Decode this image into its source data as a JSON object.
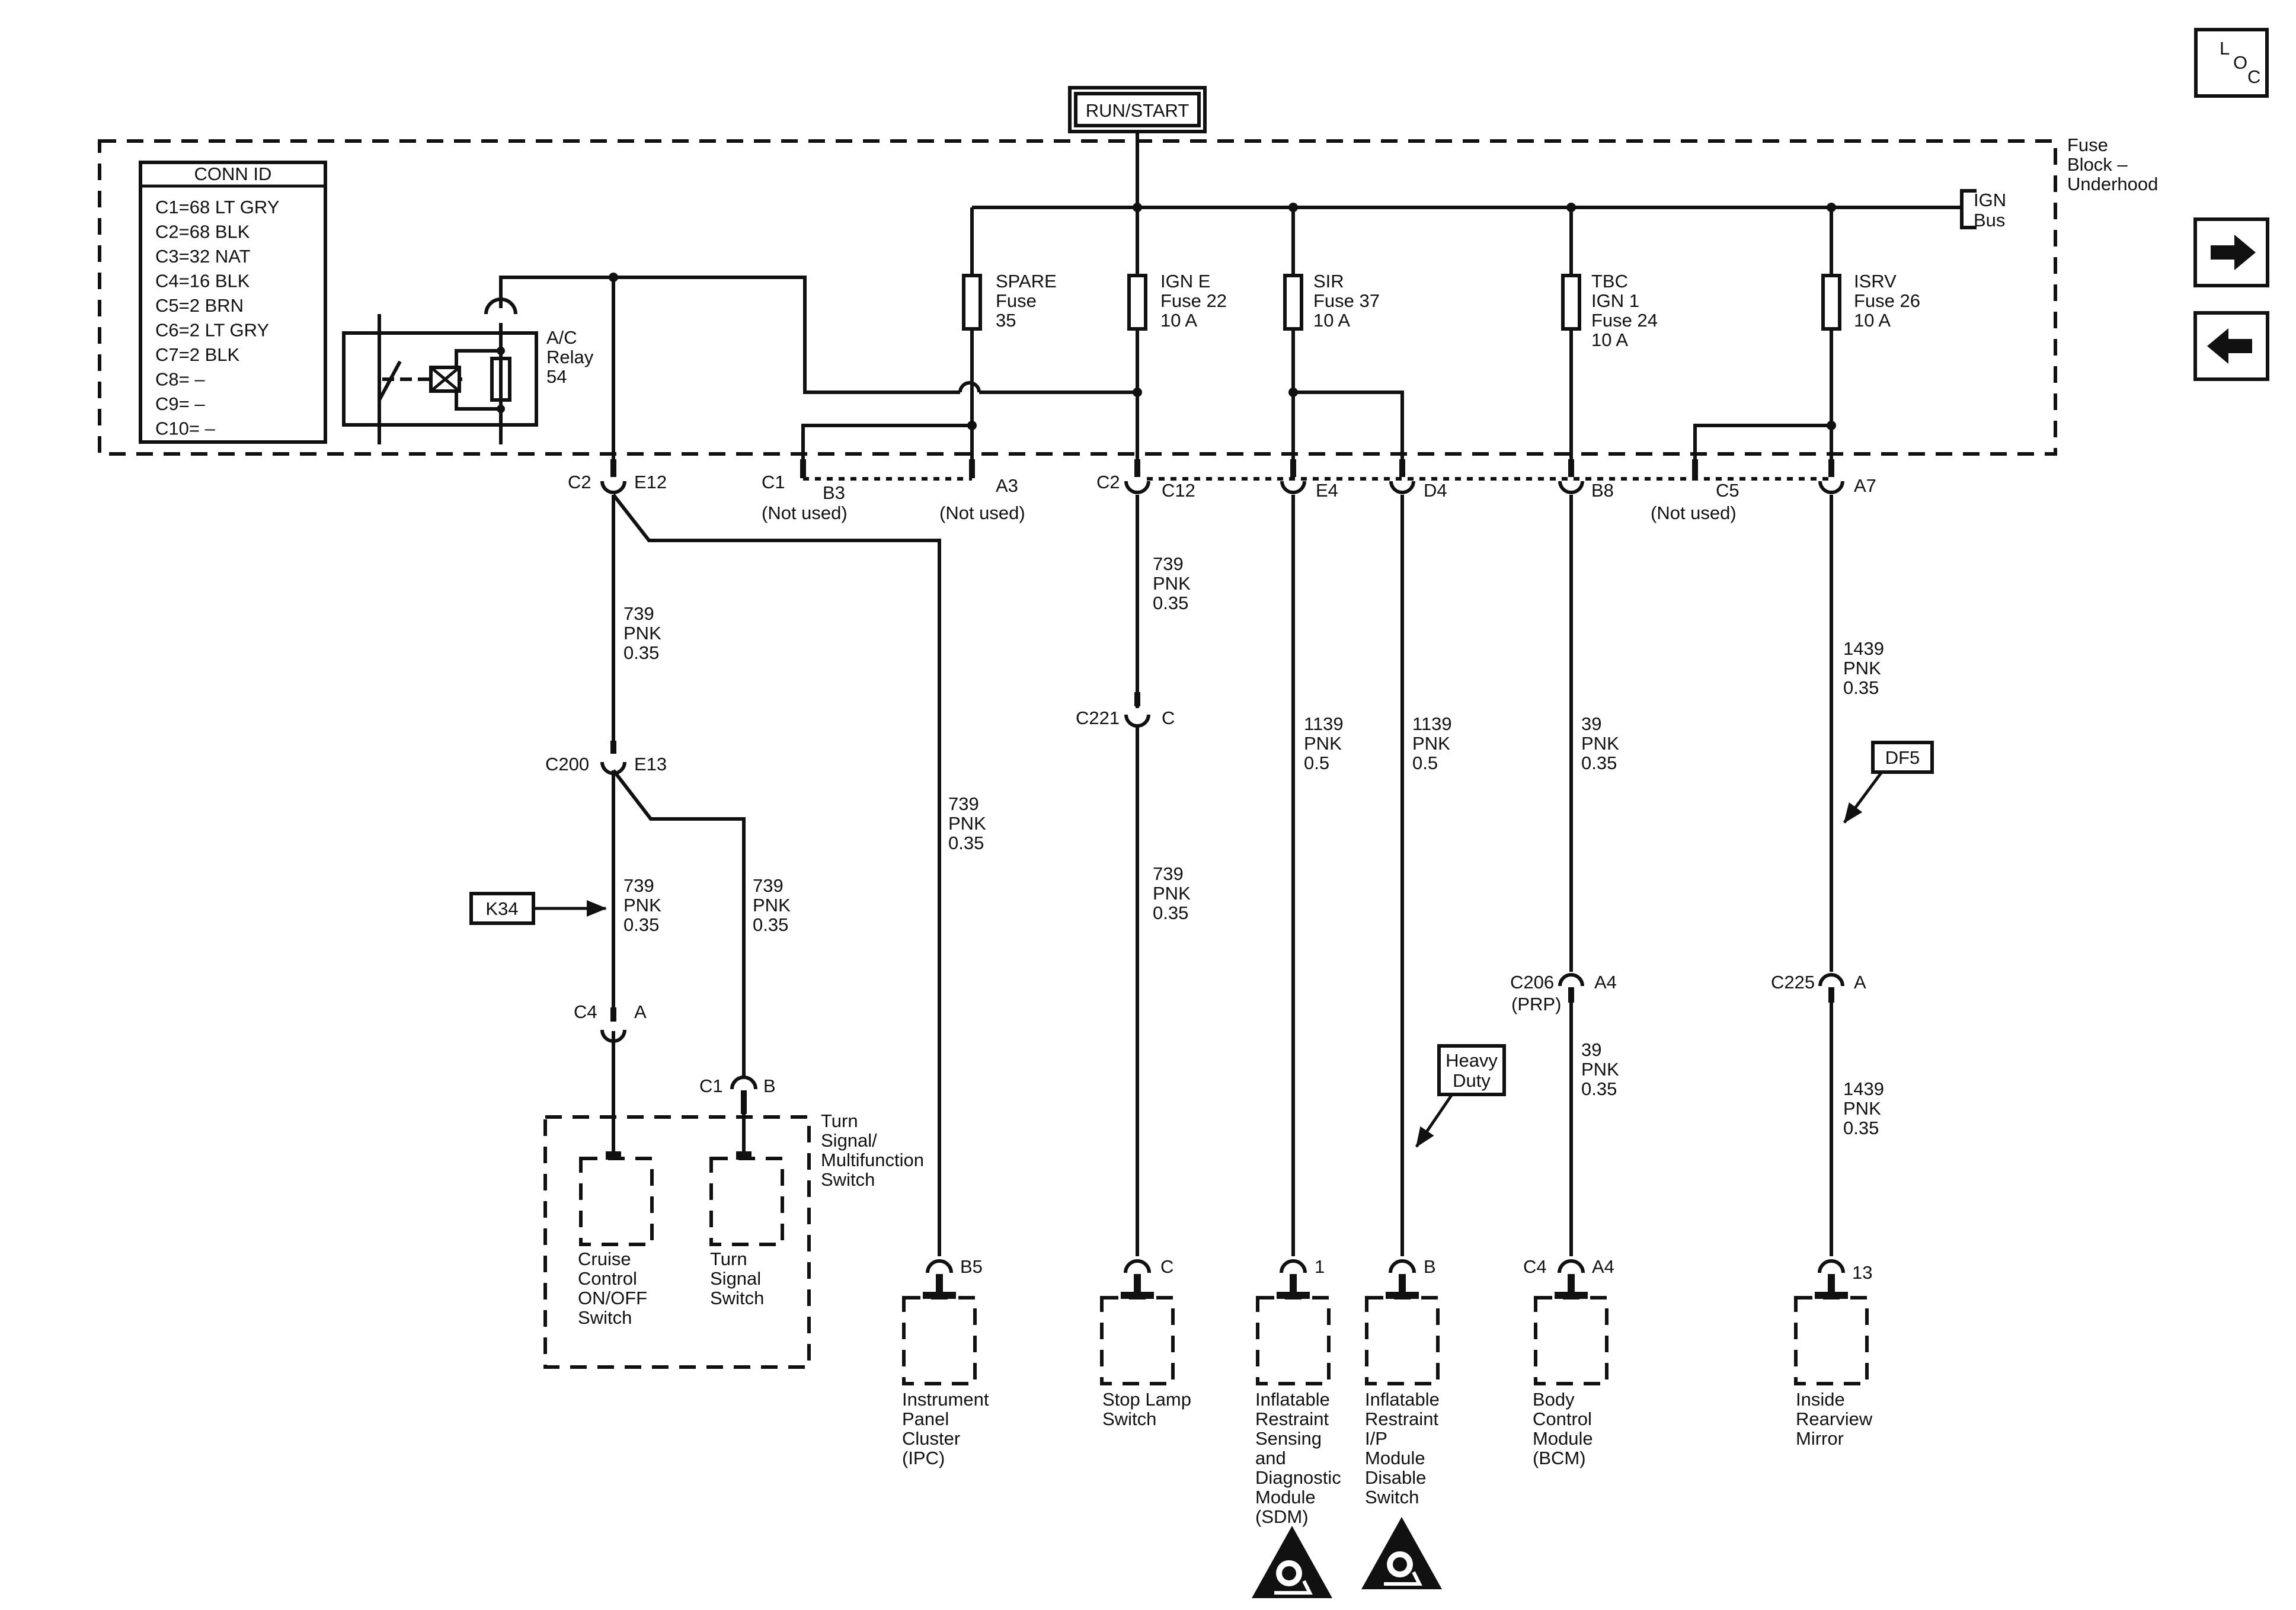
{
  "power_source": "RUN/START",
  "loc_icon": "L O C",
  "nav": {
    "next": "right-arrow-icon",
    "prev": "left-arrow-icon"
  },
  "fuse_block": {
    "title": [
      "Fuse",
      "Block –",
      "Underhood"
    ]
  },
  "ign_bus": [
    "IGN",
    "Bus"
  ],
  "conn_id": {
    "title": "CONN ID",
    "rows": [
      "C1=68 LT GRY",
      "C2=68 BLK",
      "C3=32 NAT",
      "C4=16 BLK",
      "C5=2 BRN",
      "C6=2 LT GRY",
      "C7=2 BLK",
      "C8= –",
      "C9= –",
      "C10= –"
    ]
  },
  "relay": [
    "A/C",
    "Relay",
    "54"
  ],
  "fuses": {
    "spare": [
      "SPARE",
      "Fuse",
      "35"
    ],
    "igne": [
      "IGN E",
      "Fuse 22",
      "10 A"
    ],
    "sir": [
      "SIR",
      "Fuse 37",
      "10 A"
    ],
    "tbc": [
      "TBC",
      "IGN 1",
      "Fuse 24",
      "10 A"
    ],
    "isrv": [
      "ISRV",
      "Fuse 26",
      "10 A"
    ]
  },
  "connectors": {
    "c2_left": "C2",
    "e12": "E12",
    "c1": "C1",
    "b3": "B3",
    "a3": "A3",
    "not_used": "(Not used)",
    "c2_mid": "C2",
    "c12": "C12",
    "e4": "E4",
    "d4": "D4",
    "b8": "B8",
    "c5": "C5",
    "a7": "A7",
    "c221": "C221",
    "c221_pin": "C",
    "c200": "C200",
    "e13": "E13",
    "c4": "C4",
    "c4_pin": "A",
    "c1_b": "C1",
    "c1_b_pin": "B",
    "b5": "B5",
    "stop_pin": "C",
    "sdm_pin": "1",
    "disable_pin": "B",
    "c4_bcm": "C4",
    "a4_bcm": "A4",
    "c206": "C206",
    "c206_sub": "(PRP)",
    "c206_pin": "A4",
    "c225": "C225",
    "c225_pin": "A",
    "mirror_pin": "13"
  },
  "wires": {
    "w739": [
      "739",
      "PNK",
      "0.35"
    ],
    "w1139": [
      "1139",
      "PNK",
      "0.5"
    ],
    "w39": [
      "39",
      "PNK",
      "0.35"
    ],
    "w1439": [
      "1439",
      "PNK",
      "0.35"
    ]
  },
  "refs": {
    "k34": "K34",
    "df5": "DF5",
    "heavy_duty": [
      "Heavy",
      "Duty"
    ]
  },
  "switch_group": {
    "title": [
      "Turn",
      "Signal/",
      "Multifunction",
      "Switch"
    ]
  },
  "components": {
    "cruise": [
      "Cruise",
      "Control",
      "ON/OFF",
      "Switch"
    ],
    "turn": [
      "Turn",
      "Signal",
      "Switch"
    ],
    "ipc": [
      "Instrument",
      "Panel",
      "Cluster",
      "(IPC)"
    ],
    "stop": [
      "Stop Lamp",
      "Switch"
    ],
    "sdm": [
      "Inflatable",
      "Restraint",
      "Sensing",
      "and",
      "Diagnostic",
      "Module",
      "(SDM)"
    ],
    "disable": [
      "Inflatable",
      "Restraint",
      "I/P",
      "Module",
      "Disable",
      "Switch"
    ],
    "bcm": [
      "Body",
      "Control",
      "Module",
      "(BCM)"
    ],
    "mirror": [
      "Inside",
      "Rearview",
      "Mirror"
    ]
  },
  "warning_icons": [
    "airbag-warning-icon",
    "airbag-warning-icon"
  ]
}
